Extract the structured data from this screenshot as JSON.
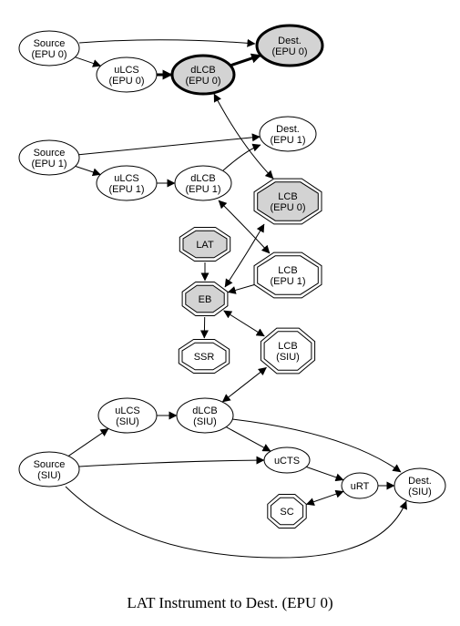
{
  "title": "LAT Instrument to Dest. (EPU 0)",
  "colors": {
    "highlight_fill": "#d3d3d3",
    "stroke": "#000000",
    "background": "#ffffff"
  },
  "nodes": [
    {
      "id": "src0",
      "shape": "ellipse",
      "lines": [
        "Source",
        "(EPU 0)"
      ],
      "highlight": false,
      "bold": false
    },
    {
      "id": "dest0",
      "shape": "ellipse",
      "lines": [
        "Dest.",
        "(EPU 0)"
      ],
      "highlight": true,
      "bold": true
    },
    {
      "id": "ulcs0",
      "shape": "ellipse",
      "lines": [
        "uLCS",
        "(EPU 0)"
      ],
      "highlight": false,
      "bold": false
    },
    {
      "id": "dlcb0",
      "shape": "ellipse",
      "lines": [
        "dLCB",
        "(EPU 0)"
      ],
      "highlight": true,
      "bold": true
    },
    {
      "id": "dest1",
      "shape": "ellipse",
      "lines": [
        "Dest.",
        "(EPU 1)"
      ],
      "highlight": false,
      "bold": false
    },
    {
      "id": "src1",
      "shape": "ellipse",
      "lines": [
        "Source",
        "(EPU 1)"
      ],
      "highlight": false,
      "bold": false
    },
    {
      "id": "ulcs1",
      "shape": "ellipse",
      "lines": [
        "uLCS",
        "(EPU 1)"
      ],
      "highlight": false,
      "bold": false
    },
    {
      "id": "dlcb1",
      "shape": "ellipse",
      "lines": [
        "dLCB",
        "(EPU 1)"
      ],
      "highlight": false,
      "bold": false
    },
    {
      "id": "lcb0",
      "shape": "octagon",
      "lines": [
        "LCB",
        "(EPU 0)"
      ],
      "highlight": true,
      "bold": false
    },
    {
      "id": "lat",
      "shape": "octagon",
      "lines": [
        "LAT"
      ],
      "highlight": true,
      "bold": false
    },
    {
      "id": "lcb1",
      "shape": "octagon",
      "lines": [
        "LCB",
        "(EPU 1)"
      ],
      "highlight": false,
      "bold": false
    },
    {
      "id": "eb",
      "shape": "octagon",
      "lines": [
        "EB"
      ],
      "highlight": true,
      "bold": false
    },
    {
      "id": "ssr",
      "shape": "octagon",
      "lines": [
        "SSR"
      ],
      "highlight": false,
      "bold": false
    },
    {
      "id": "lcbsiu",
      "shape": "octagon",
      "lines": [
        "LCB",
        "(SIU)"
      ],
      "highlight": false,
      "bold": false
    },
    {
      "id": "ulcss",
      "shape": "ellipse",
      "lines": [
        "uLCS",
        "(SIU)"
      ],
      "highlight": false,
      "bold": false
    },
    {
      "id": "dlcbs",
      "shape": "ellipse",
      "lines": [
        "dLCB",
        "(SIU)"
      ],
      "highlight": false,
      "bold": false
    },
    {
      "id": "srcs",
      "shape": "ellipse",
      "lines": [
        "Source",
        "(SIU)"
      ],
      "highlight": false,
      "bold": false
    },
    {
      "id": "ucts",
      "shape": "ellipse",
      "lines": [
        "uCTS"
      ],
      "highlight": false,
      "bold": false
    },
    {
      "id": "urt",
      "shape": "ellipse",
      "lines": [
        "uRT"
      ],
      "highlight": false,
      "bold": false
    },
    {
      "id": "dests",
      "shape": "ellipse",
      "lines": [
        "Dest.",
        "(SIU)"
      ],
      "highlight": false,
      "bold": false
    },
    {
      "id": "sc",
      "shape": "octagon",
      "lines": [
        "SC"
      ],
      "highlight": false,
      "bold": false
    }
  ],
  "edges": [
    {
      "from": "src0",
      "to": "dest0",
      "dir": "forward",
      "bold": false
    },
    {
      "from": "src0",
      "to": "ulcs0",
      "dir": "forward",
      "bold": false
    },
    {
      "from": "ulcs0",
      "to": "dlcb0",
      "dir": "forward",
      "bold": true
    },
    {
      "from": "dlcb0",
      "to": "dest0",
      "dir": "forward",
      "bold": true
    },
    {
      "from": "dlcb0",
      "to": "lcb0",
      "dir": "both",
      "bold": false
    },
    {
      "from": "src1",
      "to": "dest1",
      "dir": "forward",
      "bold": false
    },
    {
      "from": "src1",
      "to": "ulcs1",
      "dir": "forward",
      "bold": false
    },
    {
      "from": "ulcs1",
      "to": "dlcb1",
      "dir": "forward",
      "bold": false
    },
    {
      "from": "dlcb1",
      "to": "dest1",
      "dir": "forward",
      "bold": false
    },
    {
      "from": "dlcb1",
      "to": "lcb1",
      "dir": "both",
      "bold": false
    },
    {
      "from": "lcb0",
      "to": "eb",
      "dir": "both",
      "bold": false
    },
    {
      "from": "lat",
      "to": "eb",
      "dir": "forward",
      "bold": false
    },
    {
      "from": "lcb1",
      "to": "eb",
      "dir": "forward",
      "bold": false
    },
    {
      "from": "eb",
      "to": "ssr",
      "dir": "forward",
      "bold": false
    },
    {
      "from": "eb",
      "to": "lcbsiu",
      "dir": "both",
      "bold": false
    },
    {
      "from": "lcbsiu",
      "to": "dlcbs",
      "dir": "both",
      "bold": false
    },
    {
      "from": "srcs",
      "to": "ulcss",
      "dir": "forward",
      "bold": false
    },
    {
      "from": "ulcss",
      "to": "dlcbs",
      "dir": "forward",
      "bold": false
    },
    {
      "from": "srcs",
      "to": "ucts",
      "dir": "forward",
      "bold": false
    },
    {
      "from": "dlcbs",
      "to": "ucts",
      "dir": "forward",
      "bold": false
    },
    {
      "from": "dlcbs",
      "to": "dests",
      "dir": "forward",
      "bold": false
    },
    {
      "from": "ucts",
      "to": "urt",
      "dir": "forward",
      "bold": false
    },
    {
      "from": "urt",
      "to": "dests",
      "dir": "forward",
      "bold": false
    },
    {
      "from": "sc",
      "to": "urt",
      "dir": "both",
      "bold": false
    },
    {
      "from": "srcs",
      "to": "dests",
      "dir": "forward",
      "bold": false
    }
  ]
}
